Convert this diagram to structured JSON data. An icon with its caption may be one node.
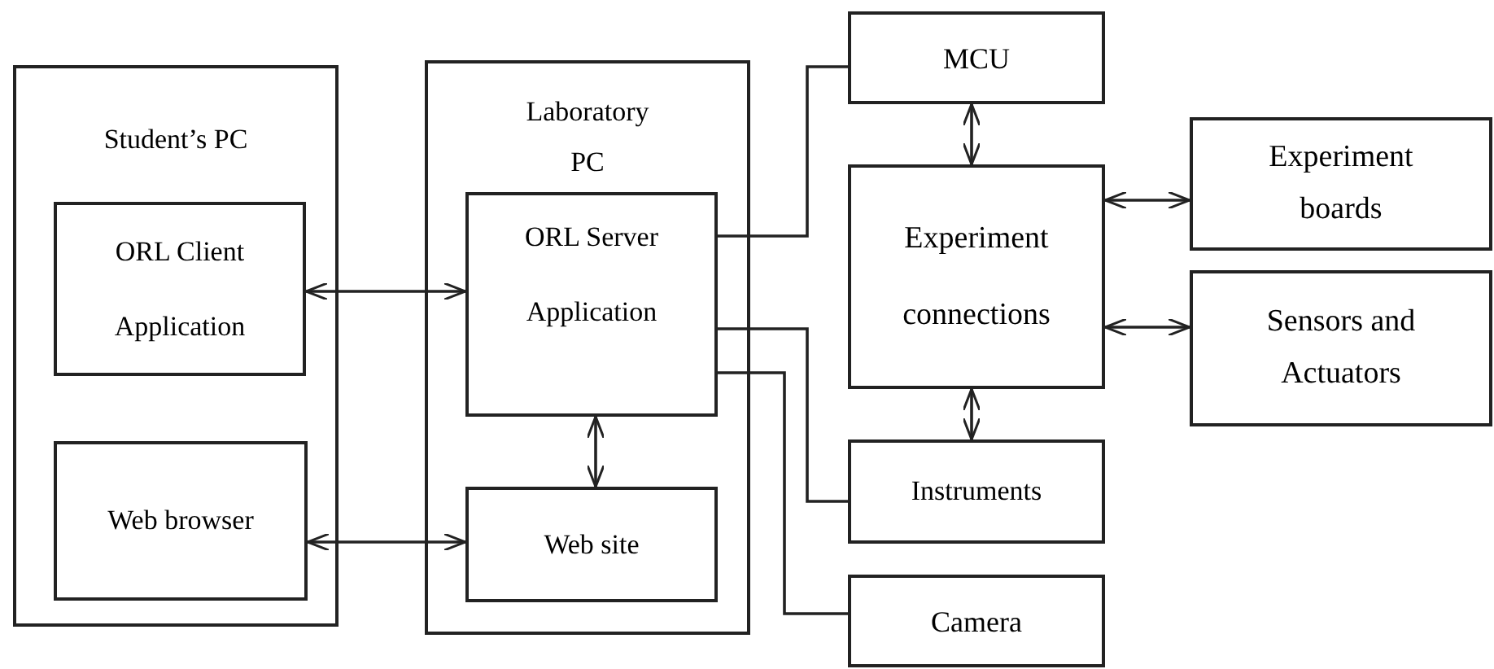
{
  "diagram": {
    "nodes": [
      {
        "text": [
          "Student’s PC"
        ]
      },
      {
        "text": [
          "ORL Client Application"
        ],
        "in": 0
      },
      {
        "text": [
          "Web browser"
        ],
        "in": 0
      },
      {
        "text": [
          "Laboratory PC"
        ]
      },
      {
        "text": [
          "ORL Server Application"
        ],
        "in": 3
      },
      {
        "text": [
          "Web site"
        ],
        "in": 3
      },
      {
        "text": [
          "MCU"
        ]
      },
      {
        "text": [
          "Experiment connections"
        ]
      },
      {
        "text": [
          "Experiment boards"
        ]
      },
      {
        "text": [
          "Sensors and Actuators"
        ]
      },
      {
        "text": [
          "Instruments"
        ]
      },
      {
        "text": [
          "Camera"
        ]
      }
    ],
    "edges": [
      {
        "from": 1,
        "to": 4,
        "arrow": "both"
      },
      {
        "from": 2,
        "to": 5,
        "arrow": "both"
      },
      {
        "from": 4,
        "to": 5,
        "arrow": "both"
      },
      {
        "from": 4,
        "to": 6,
        "arrow": "none"
      },
      {
        "from": 4,
        "to": 10,
        "arrow": "none"
      },
      {
        "from": 4,
        "to": 11,
        "arrow": "none"
      },
      {
        "from": 6,
        "to": 7,
        "arrow": "both"
      },
      {
        "from": 7,
        "to": 8,
        "arrow": "both"
      },
      {
        "from": 7,
        "to": 9,
        "arrow": "both"
      },
      {
        "from": 7,
        "to": 10,
        "arrow": "both"
      }
    ]
  }
}
